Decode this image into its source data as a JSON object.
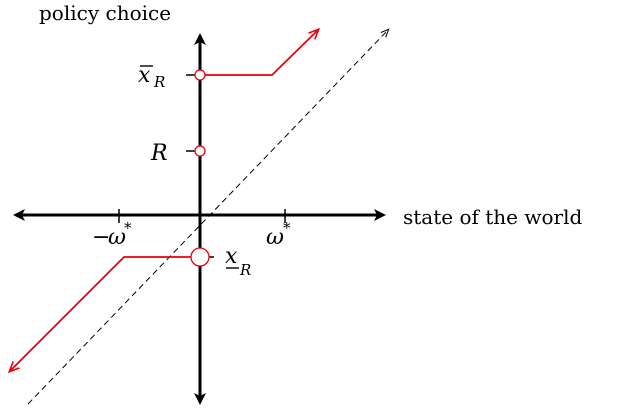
{
  "diagram": {
    "y_axis_label": "policy choice",
    "x_axis_label": "state of the world",
    "tick_labels": {
      "x_bar_base": "x",
      "x_bar_sub": "R",
      "R": "R",
      "x_under_base": "x",
      "x_under_sub": "R",
      "neg_omega_sign": "−",
      "omega": "ω",
      "star": "*"
    },
    "colors": {
      "axis": "#000000",
      "policy_line": "#e8000b",
      "diagonal": "#000000",
      "marker_fill": "#ffffff"
    }
  }
}
